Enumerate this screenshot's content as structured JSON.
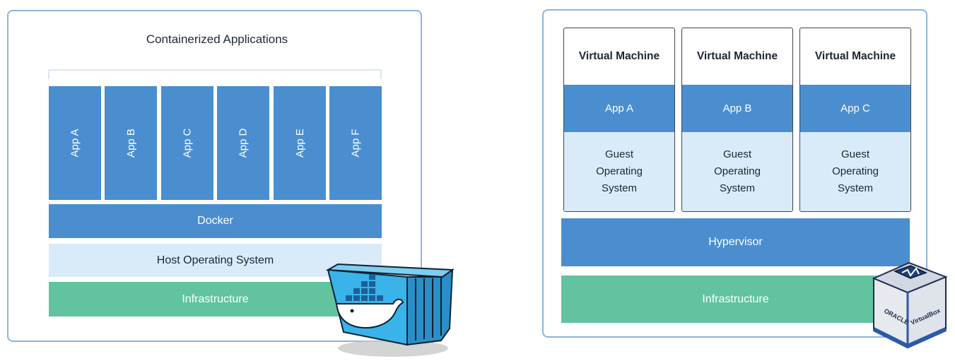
{
  "containers": {
    "title": "Containerized Applications",
    "apps": [
      "App A",
      "App B",
      "App C",
      "App D",
      "App E",
      "App F"
    ],
    "docker": "Docker",
    "host_os": "Host Operating System",
    "infrastructure": "Infrastructure"
  },
  "vms": {
    "machines": [
      {
        "title": "Virtual Machine",
        "app": "App A",
        "os": [
          "Guest",
          "Operating",
          "System"
        ]
      },
      {
        "title": "Virtual Machine",
        "app": "App B",
        "os": [
          "Guest",
          "Operating",
          "System"
        ]
      },
      {
        "title": "Virtual Machine",
        "app": "App C",
        "os": [
          "Guest",
          "Operating",
          "System"
        ]
      }
    ],
    "hypervisor": "Hypervisor",
    "infrastructure": "Infrastructure"
  },
  "logos": {
    "docker": "docker-container-logo",
    "virtualbox": "virtualbox-logo",
    "virtualbox_text": [
      "ORACLE",
      "VirtualBox"
    ]
  },
  "colors": {
    "app_blue": "#4a8ed0",
    "light_blue": "#d9ebf9",
    "infra_green": "#62c3a1",
    "panel_border": "#8fb4de"
  }
}
